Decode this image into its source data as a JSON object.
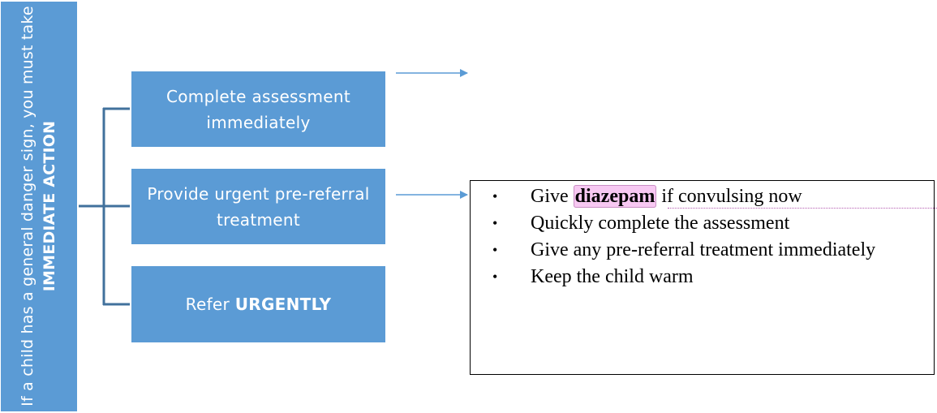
{
  "side_label": {
    "text_before": "If a child has a general danger sign, you must take ",
    "text_bold": "IMMEDIATE ACTION"
  },
  "actions": [
    {
      "text": "Complete assessment immediately",
      "bold": ""
    },
    {
      "text": "Provide urgent pre-referral treatment",
      "bold": ""
    },
    {
      "text": "Refer ",
      "bold": "URGENTLY"
    }
  ],
  "details": {
    "bullet_symbol": "•",
    "items": [
      {
        "before": "Give ",
        "drug": "diazepam",
        "after": " if convulsing now"
      },
      {
        "before": "Quickly complete the assessment",
        "drug": "",
        "after": ""
      },
      {
        "before": "Give any pre-referral treatment immediately",
        "drug": "",
        "after": ""
      },
      {
        "before": "Keep the child warm",
        "drug": "",
        "after": ""
      }
    ]
  },
  "colors": {
    "box_fill": "#5b9bd5",
    "connector": "#41719c",
    "arrow": "#5b9bd5",
    "highlight": "#f7c8f2"
  }
}
